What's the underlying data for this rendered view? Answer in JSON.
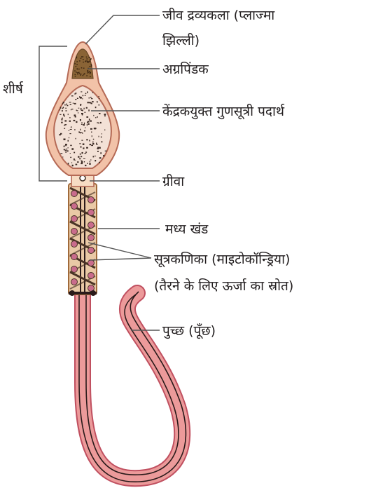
{
  "colors": {
    "tail_fill": "#ec9a9a",
    "tail_edge": "#c05060",
    "axial_filament": "#2a1a1a",
    "midpiece_fill": "#e9c9a6",
    "midpiece_edge": "#a06a3a",
    "mitochondria_coil": "#4a3426",
    "mitochondria_dot": "#c96c8c",
    "head_membrane": "#f2c2a8",
    "head_edge": "#b56a56",
    "nucleus_fill": "#f3e1d6",
    "acrosome_fill": "#8a6436",
    "neck_fill": "#f7dcc4",
    "leader_line": "#555555",
    "label_text": "#231f20"
  },
  "labels": {
    "plasma_membrane_line1": "जीव द्रव्यकला (प्लाज्मा",
    "plasma_membrane_line2": "झिल्ली)",
    "acrosome": "अग्रपिंडक",
    "head": "शीर्ष",
    "nucleus": "केंद्रकयुक्त गुणसूत्री पदार्थ",
    "neck": "ग्रीवा",
    "middle_piece": "मध्य खंड",
    "mitochondria_line1": "सूत्रकणिका (माइटोकॉन्ड्रिया)",
    "mitochondria_line2": "(तैरने के लिए ऊर्जा का स्रोत)",
    "tail": "पुच्छ (पूँछ)"
  }
}
